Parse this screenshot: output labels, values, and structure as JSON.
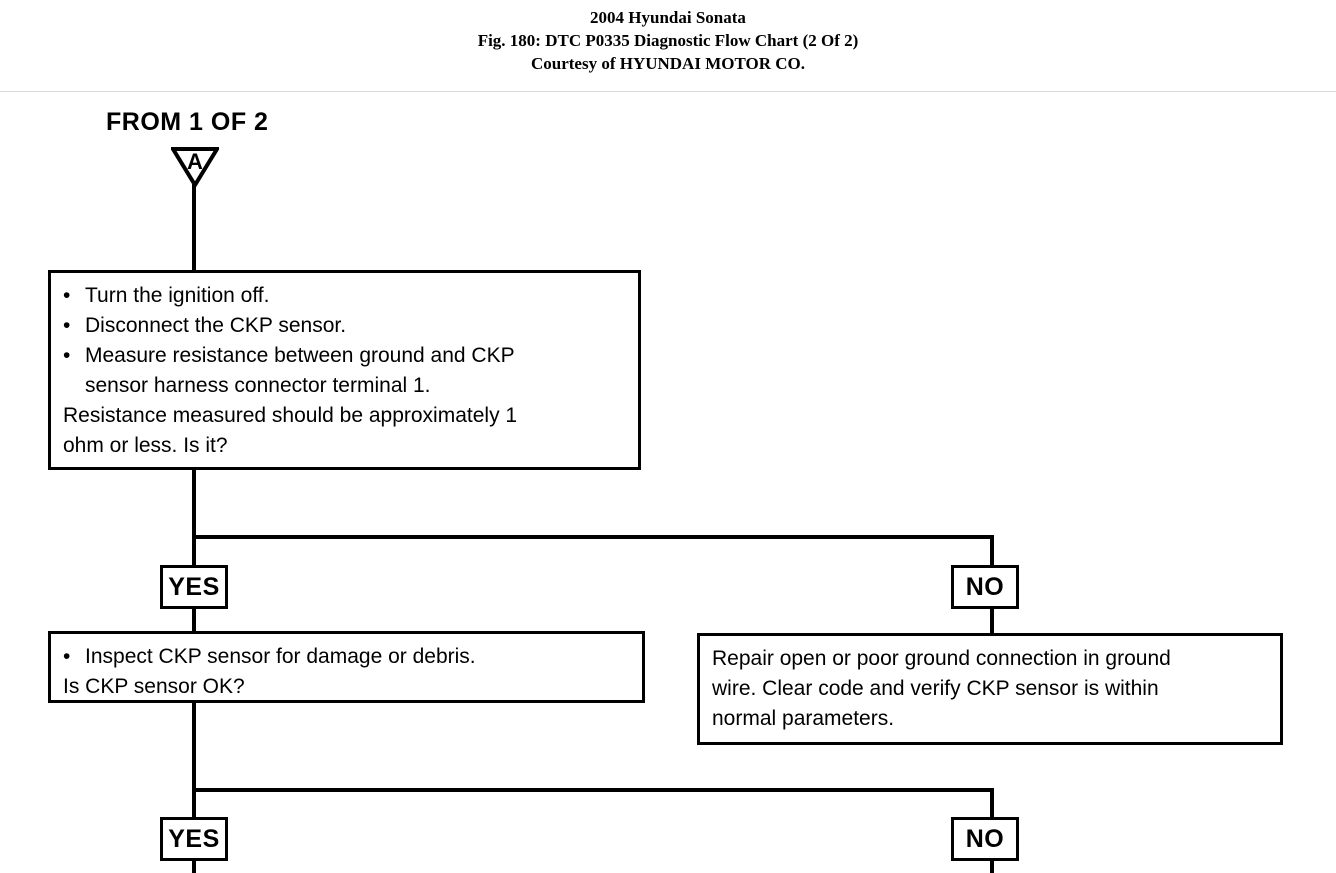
{
  "header": {
    "line1": "2004 Hyundai Sonata",
    "line2": "Fig. 180: DTC P0335 Diagnostic Flow Chart (2 Of 2)",
    "line3": "Courtesy of HYUNDAI MOTOR CO."
  },
  "chart_data": {
    "type": "diagram",
    "title": "Fig. 180: DTC P0335 Diagnostic Flow Chart (2 Of 2)",
    "entry_label": "FROM 1 OF 2",
    "entry_connector": "A",
    "nodes": [
      {
        "id": "step1",
        "kind": "process",
        "bullets": [
          "Turn the ignition off.",
          "Disconnect the CKP sensor.",
          "Measure resistance between ground and CKP"
        ],
        "bullet3_cont": "sensor harness connector terminal 1.",
        "question_line1": "Resistance measured should be approximately 1",
        "question_line2": "ohm or less. Is it?"
      },
      {
        "id": "step2",
        "kind": "process",
        "bullets": [
          "Inspect CKP sensor for damage or debris."
        ],
        "question_line1": "Is CKP sensor OK?"
      },
      {
        "id": "repair",
        "kind": "terminal",
        "line1": "Repair open or poor ground connection in ground",
        "line2": "wire. Clear code and verify CKP sensor is within",
        "line3": "normal parameters."
      }
    ],
    "branch_labels": {
      "yes": "YES",
      "no": "NO"
    },
    "edges": [
      {
        "from": "entry-connector-a",
        "to": "step1",
        "label": ""
      },
      {
        "from": "step1",
        "to": "step2",
        "label": "YES"
      },
      {
        "from": "step1",
        "to": "repair",
        "label": "NO"
      },
      {
        "from": "step2",
        "to": "off-page-yes",
        "label": "YES"
      },
      {
        "from": "step2",
        "to": "off-page-no",
        "label": "NO"
      }
    ]
  }
}
